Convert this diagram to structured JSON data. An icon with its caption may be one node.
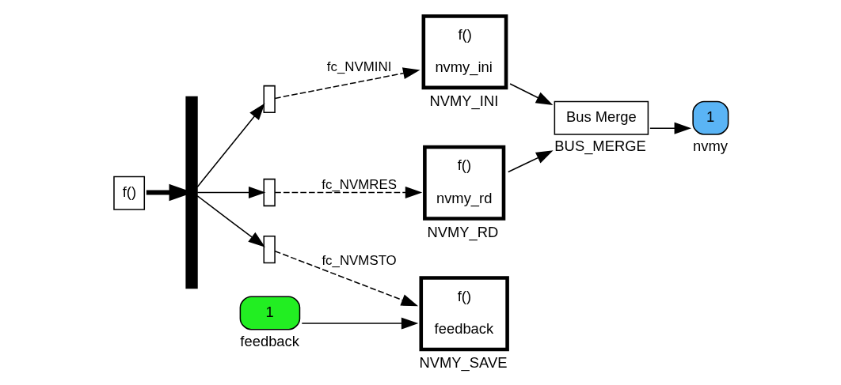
{
  "diagram": {
    "nodes": [
      {
        "text": [
          "f()"
        ]
      },
      {
        "text": [],
        "shape": "bar"
      },
      {
        "text": [],
        "shape": "box"
      },
      {
        "text": [],
        "shape": "box"
      },
      {
        "text": [],
        "shape": "box"
      },
      {
        "text": [
          "f()",
          "nvmy_ini"
        ],
        "beside": [
          "NVMY_INI"
        ]
      },
      {
        "text": [
          "f()",
          "nvmy_rd"
        ],
        "beside": [
          "NVMY_RD"
        ]
      },
      {
        "text": [
          "f()",
          "feedback"
        ],
        "beside": [
          "NVMY_SAVE"
        ]
      },
      {
        "text": [
          "Bus Merge"
        ],
        "beside": [
          "BUS_MERGE"
        ]
      },
      {
        "text": [
          "1"
        ],
        "beside": [
          "nvmy"
        ]
      },
      {
        "text": [
          "1"
        ],
        "beside": [
          "feedback"
        ]
      }
    ],
    "edges": [
      {
        "from": 0,
        "to": 1,
        "arrow": "to",
        "style": "thick"
      },
      {
        "from": 1,
        "to": 2,
        "arrow": "to"
      },
      {
        "from": 1,
        "to": 3,
        "arrow": "to"
      },
      {
        "from": 1,
        "to": 4,
        "arrow": "to"
      },
      {
        "from": 2,
        "to": 5,
        "arrow": "to",
        "style": "dashed",
        "label": "fc_NVMINI"
      },
      {
        "from": 3,
        "to": 6,
        "arrow": "to",
        "style": "dashed",
        "label": "fc_NVMRES"
      },
      {
        "from": 4,
        "to": 7,
        "arrow": "to",
        "style": "dashed",
        "label": "fc_NVMSTO"
      },
      {
        "from": 5,
        "to": 8,
        "arrow": "to"
      },
      {
        "from": 6,
        "to": 8,
        "arrow": "to"
      },
      {
        "from": 8,
        "to": 9,
        "arrow": "to"
      },
      {
        "from": 10,
        "to": 7,
        "arrow": "to"
      }
    ]
  }
}
